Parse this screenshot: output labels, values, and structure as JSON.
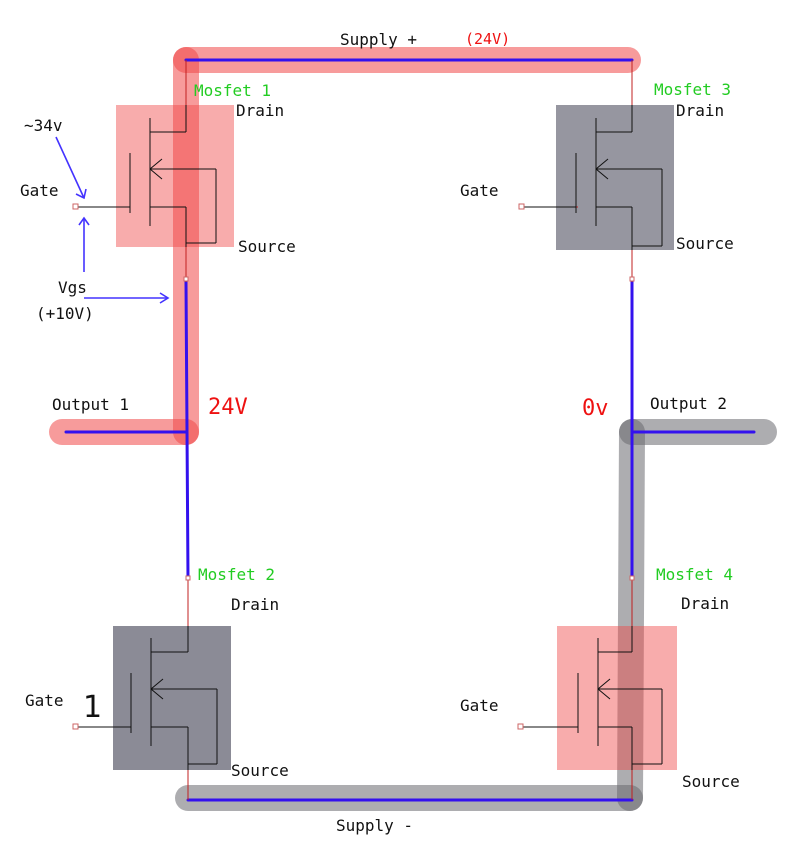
{
  "labels": {
    "supply_plus": "Supply +",
    "supply_plus_voltage": "(24V)",
    "supply_minus": "Supply -",
    "mosfet1": "Mosfet 1",
    "mosfet2": "Mosfet 2",
    "mosfet3": "Mosfet 3",
    "mosfet4": "Mosfet 4",
    "drain": "Drain",
    "source": "Source",
    "gate": "Gate",
    "gate_voltage": "~34v",
    "vgs": "Vgs",
    "vgs_value": "(+10V)",
    "output1": "Output 1",
    "output1_voltage": "24V",
    "output2": "Output 2",
    "output2_voltage": "0v",
    "gate2_marker": "1"
  },
  "colors": {
    "on_highlight": "#f04848",
    "off_highlight": "#6a6a70",
    "wire": "#3311ee",
    "mosfet_label": "#22cc22",
    "voltage_label": "#ee1111"
  },
  "mosfets": [
    {
      "name": "Mosfet 1",
      "state": "on"
    },
    {
      "name": "Mosfet 2",
      "state": "off"
    },
    {
      "name": "Mosfet 3",
      "state": "off"
    },
    {
      "name": "Mosfet 4",
      "state": "on"
    }
  ]
}
